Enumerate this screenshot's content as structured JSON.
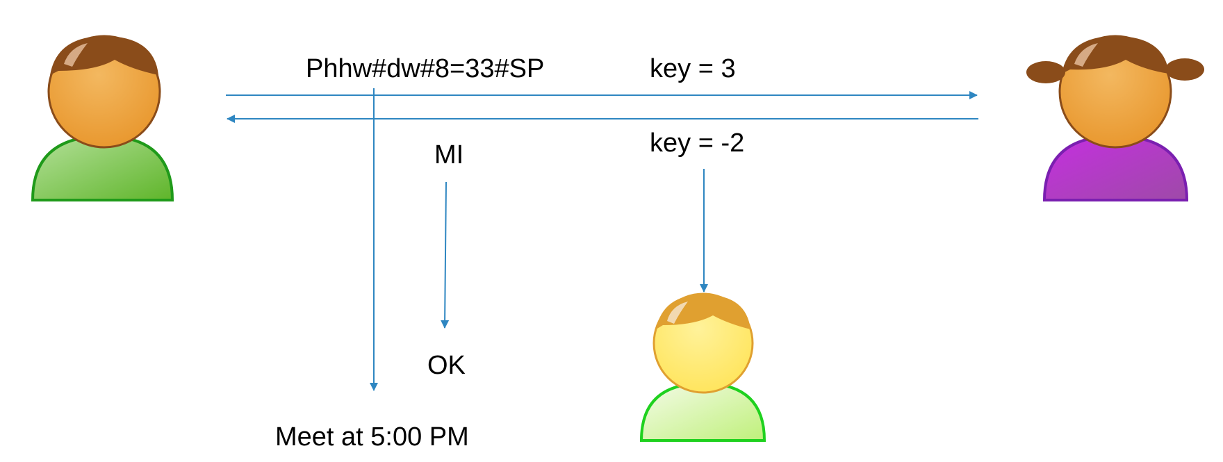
{
  "messages": {
    "ciphertext": "Phhw#dw#8=33#SP",
    "key_forward": "key = 3",
    "key_reverse": "key = -2",
    "short_cipher": "MI",
    "short_plain": "OK",
    "plaintext": "Meet at 5:00 PM"
  },
  "colors": {
    "arrow": "#2e86c1",
    "skin": "#eba33c",
    "hair": "#8a4c1a",
    "left_shirt": "#6bbf3a",
    "right_shirt": "#b62bd6",
    "bottom_skin": "#ffea6a",
    "bottom_hair": "#e0a030",
    "bottom_shirt": "#c8f58a"
  }
}
